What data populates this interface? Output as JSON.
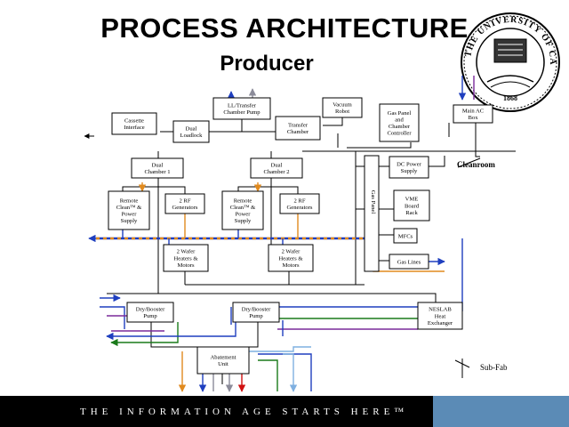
{
  "title": "PROCESS ARCHITECTURE",
  "subtitle": "Producer",
  "seal": {
    "text": "THE UNIVERSITY OF CALIFORNIA",
    "year": "1868"
  },
  "boxes": {
    "llpump": [
      "LL/Transfer",
      "Chamber Pump"
    ],
    "vacrobot": [
      "Vacuum",
      "Robot"
    ],
    "gaspanelctl": [
      "Gas Panel",
      "and",
      "Chamber",
      "Controller"
    ],
    "mainac": [
      "Main AC",
      "Box"
    ],
    "cassette": [
      "Cassette",
      "Interface"
    ],
    "dualloadlock": [
      "Dual",
      "Loadlock"
    ],
    "transfer": [
      "Transfer",
      "Chamber"
    ],
    "dualch1": [
      "Dual",
      "Chamber 1"
    ],
    "dualch2": [
      "Dual",
      "Chamber 2"
    ],
    "dcpower": [
      "DC Power",
      "Supply"
    ],
    "remote1": [
      "Remote",
      "Clean™ &",
      "Power",
      "Supply"
    ],
    "rfgen1": [
      "2 RF",
      "Generators"
    ],
    "remote2": [
      "Remote",
      "Clean™ &",
      "Power",
      "Supply"
    ],
    "rfgen2": [
      "2 RF",
      "Generators"
    ],
    "vme": [
      "VME",
      "Board",
      "Rack"
    ],
    "gaspanel": [
      "Gas Panel"
    ],
    "mfcs": [
      "MFCs"
    ],
    "heater1": [
      "2 Wafer",
      "Heaters &",
      "Motors"
    ],
    "heater2": [
      "2 Wafer",
      "Heaters &",
      "Motors"
    ],
    "gaslines": [
      "Gas Lines"
    ],
    "pump1": [
      "Dry/Booster",
      "Pump"
    ],
    "pump2": [
      "Dry/Booster",
      "Pump"
    ],
    "neslab": [
      "NESLAB",
      "Heat",
      "Exchanger"
    ],
    "abatement": [
      "Abatement",
      "Unit"
    ]
  },
  "labels": {
    "cleanroom": "Cleanroom",
    "subfab": "Sub-Fab"
  },
  "footer": "THE INFORMATION AGE STARTS HERE™",
  "colors": {
    "blue": "#1f3fbf",
    "orange": "#e08a1e",
    "green": "#1a7a1a",
    "red": "#d01010",
    "gray": "#8c8c9a",
    "lightblue": "#7fb0e0",
    "purple": "#7a2a9a",
    "footer_blue": "#5b8bb6"
  }
}
